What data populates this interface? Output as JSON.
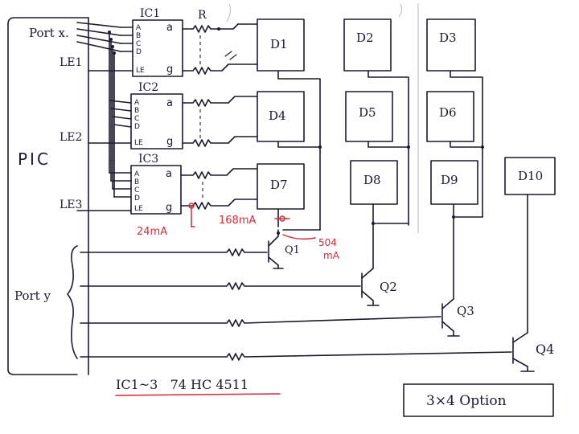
{
  "labels": {
    "pic": "PIC",
    "port_x": "Port x.",
    "port_y": "Port y",
    "le1": "LE1",
    "le2": "LE2",
    "le3": "LE3",
    "resistor": "R",
    "ic_note": "IC1~3   74 HC 4511",
    "option": "3×4 Option"
  },
  "ics": [
    {
      "name": "IC1",
      "pins_left": [
        "A",
        "B",
        "C",
        "D",
        "LE"
      ],
      "pins_right": [
        "a",
        "g"
      ]
    },
    {
      "name": "IC2",
      "pins_left": [
        "A",
        "B",
        "C",
        "D",
        "LE"
      ],
      "pins_right": [
        "a",
        "g"
      ]
    },
    {
      "name": "IC3",
      "pins_left": [
        "A",
        "B",
        "C",
        "D",
        "LE"
      ],
      "pins_right": [
        "a",
        "g"
      ]
    }
  ],
  "displays": [
    "D1",
    "D2",
    "D3",
    "D4",
    "D5",
    "D6",
    "D7",
    "D8",
    "D9",
    "D10"
  ],
  "transistors": [
    "Q1",
    "Q2",
    "Q3",
    "Q4"
  ],
  "currents": {
    "segment": "24mA",
    "digit": "168mA",
    "column_top": "504",
    "column_unit": "mA"
  },
  "colors": {
    "ink": "#1a1a2e",
    "annotation": "#d42a3a"
  }
}
